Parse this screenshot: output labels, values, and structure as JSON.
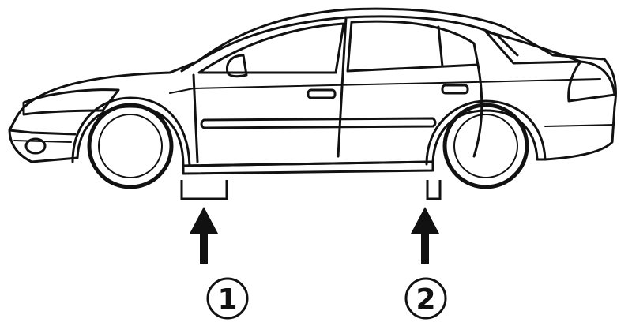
{
  "markers": [
    {
      "id": "1",
      "label": "1"
    },
    {
      "id": "2",
      "label": "2"
    }
  ],
  "colors": {
    "ink": "#111111",
    "background": "#ffffff",
    "glass": "#ffffff"
  }
}
